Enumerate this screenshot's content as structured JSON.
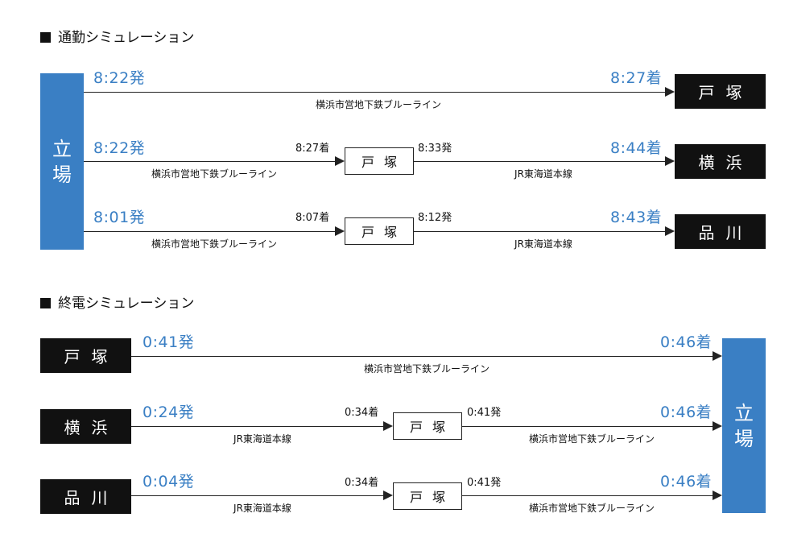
{
  "commute": {
    "heading": "通勤シミュレーション",
    "origin": [
      "立",
      "場"
    ],
    "routes": [
      {
        "dep": "8:22発",
        "arr": "8:27着",
        "dest": "戸塚",
        "line": "横浜市営地下鉄ブルーライン"
      },
      {
        "dep": "8:22発",
        "transfer_arr": "8:27着",
        "transfer": "戸塚",
        "transfer_dep": "8:33発",
        "arr": "8:44着",
        "dest": "横浜",
        "line1": "横浜市営地下鉄ブルーライン",
        "line2": "JR東海道本線"
      },
      {
        "dep": "8:01発",
        "transfer_arr": "8:07着",
        "transfer": "戸塚",
        "transfer_dep": "8:12発",
        "arr": "8:43着",
        "dest": "品川",
        "line1": "横浜市営地下鉄ブルーライン",
        "line2": "JR東海道本線"
      }
    ]
  },
  "last_train": {
    "heading": "終電シミュレーション",
    "destination": [
      "立",
      "場"
    ],
    "routes": [
      {
        "origin": "戸塚",
        "dep": "0:41発",
        "arr": "0:46着",
        "line": "横浜市営地下鉄ブルーライン"
      },
      {
        "origin": "横浜",
        "dep": "0:24発",
        "transfer_arr": "0:34着",
        "transfer": "戸塚",
        "transfer_dep": "0:41発",
        "arr": "0:46着",
        "line1": "JR東海道本線",
        "line2": "横浜市営地下鉄ブルーライン"
      },
      {
        "origin": "品川",
        "dep": "0:04発",
        "transfer_arr": "0:34着",
        "transfer": "戸塚",
        "transfer_dep": "0:41発",
        "arr": "0:46着",
        "line1": "JR東海道本線",
        "line2": "横浜市営地下鉄ブルーライン"
      }
    ]
  },
  "colors": {
    "accent_blue": "#3a7fc4",
    "station_black": "#111111"
  }
}
